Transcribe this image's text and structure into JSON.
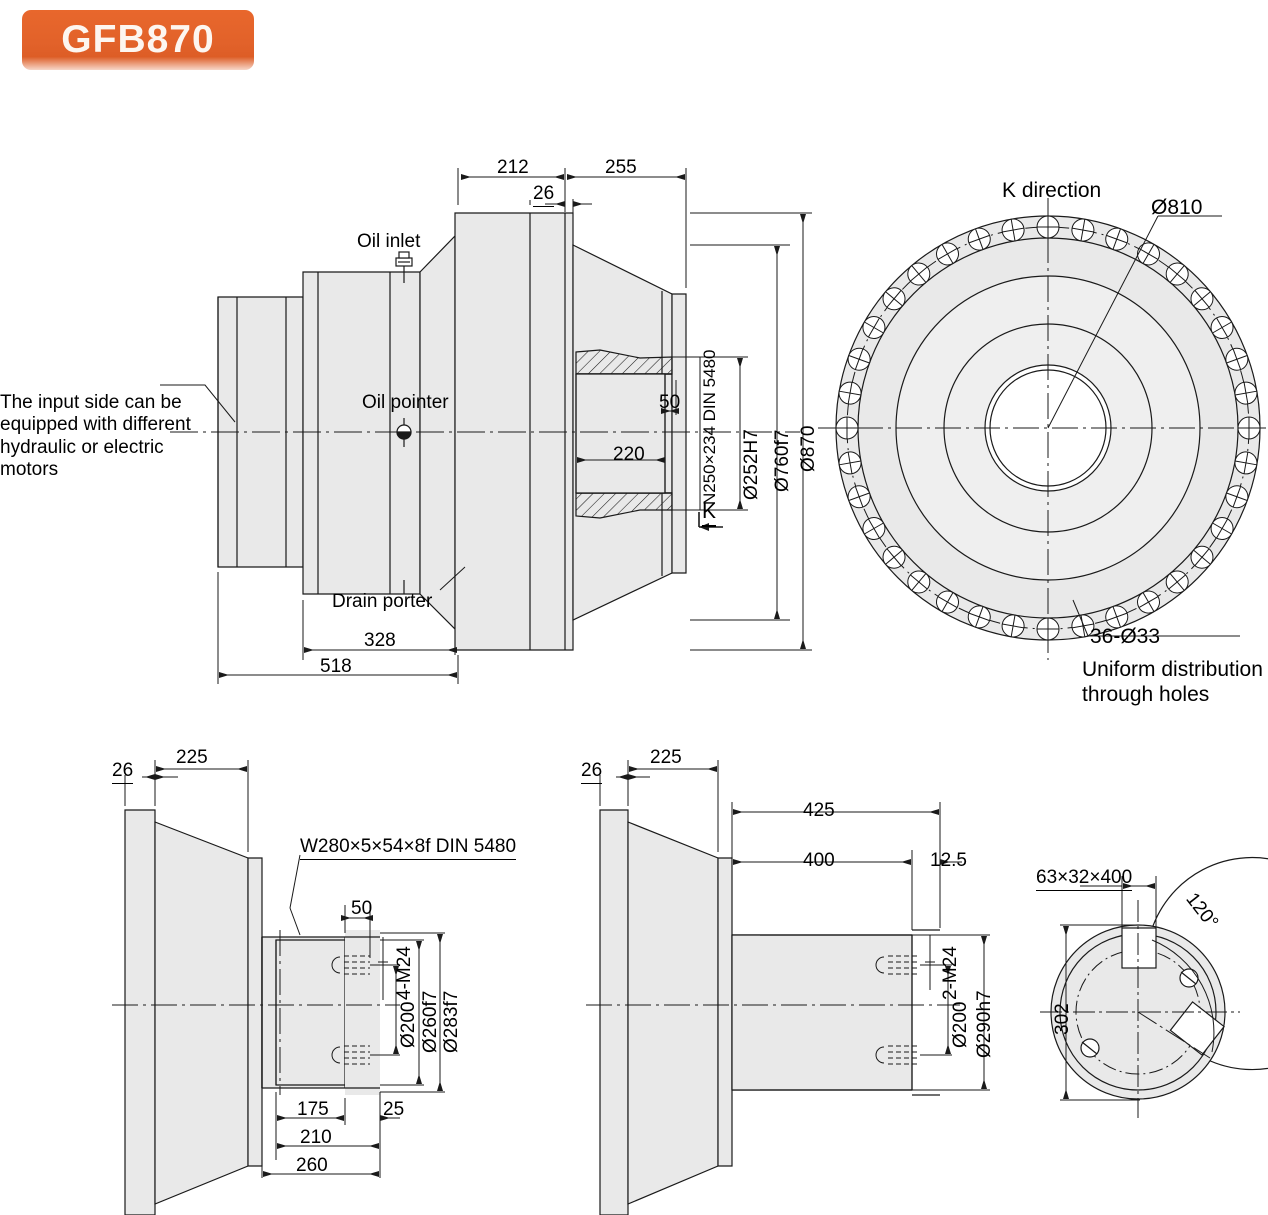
{
  "title_badge": {
    "label": "GFB870"
  },
  "views": {
    "main_section": {
      "callouts": [
        {
          "name": "oil-inlet",
          "text": "Oil inlet"
        },
        {
          "name": "oil-pointer",
          "text": "Oil pointer"
        },
        {
          "name": "drain-porter",
          "text": "Drain porter"
        },
        {
          "name": "input-note",
          "text": "The input side can be\nequipped with different\nhydraulic or electric motors"
        }
      ],
      "dimensions": {
        "d212": "212",
        "d255": "255",
        "d26": "26",
        "d50": "50",
        "d220": "220",
        "d328": "328",
        "d518": "518",
        "spline": "N250×234 DIN 5480",
        "bore": "Ø252H7",
        "pilot": "Ø760f7",
        "outer": "Ø870"
      },
      "section_mark": "K"
    },
    "k_view": {
      "title": "K direction",
      "pcd": "Ø810",
      "hole_spec": "36-Ø33",
      "hole_note": "Uniform distribution\nthrough holes"
    },
    "output_spline_view": {
      "dimensions": {
        "d26": "26",
        "d225": "225",
        "d50": "50",
        "d175": "175",
        "d210": "210",
        "d260": "260",
        "d25": "25",
        "spline": "W280×5×54×8f  DIN 5480",
        "threads": "4-M24",
        "dia200": "Ø200",
        "dia260": "Ø260f7",
        "dia283": "Ø283f7"
      }
    },
    "output_shaft_view": {
      "dimensions": {
        "d26": "26",
        "d225": "225",
        "d425": "425",
        "d400": "400",
        "d12_5": "12.5",
        "threads": "2-M24",
        "dia200": "Ø200",
        "dia290": "Ø290h7"
      }
    },
    "key_view": {
      "dimensions": {
        "key": "63×32×400",
        "d302": "302",
        "angle": "120°"
      }
    }
  },
  "colors": {
    "badge_orange": "#e8672c",
    "fill_gray": "#e9e9e9",
    "line": "#1a1a1a"
  }
}
